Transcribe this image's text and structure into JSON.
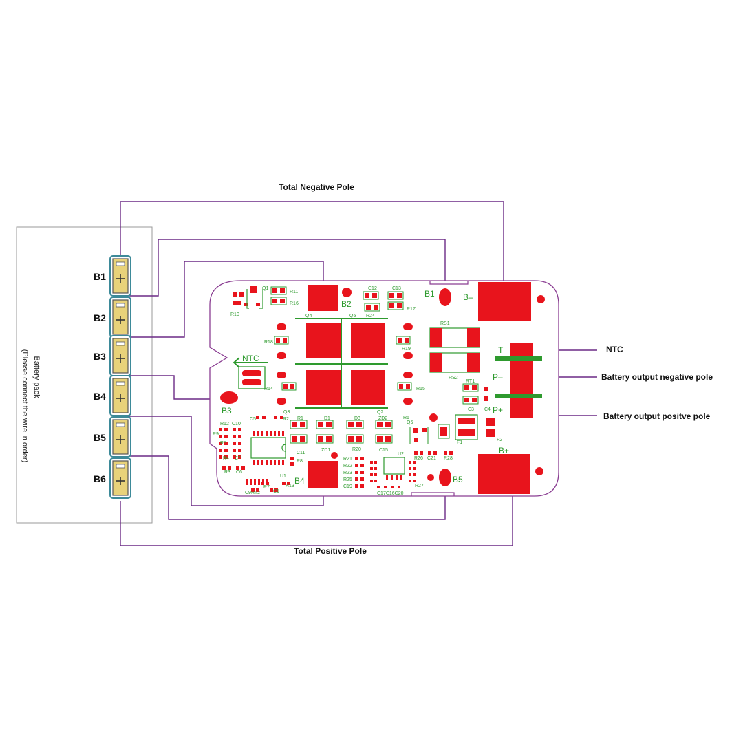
{
  "labels": {
    "total_negative": "Total Negative Pole",
    "total_positive": "Total Positive Pole",
    "ntc": "NTC",
    "out_negative": "Battery output negative pole",
    "out_positive": "Battery output positve pole"
  },
  "battery_pack": {
    "line1": "Battery pack",
    "line2": "(Please connect the wire in order)"
  },
  "cells": [
    "B1",
    "B2",
    "B3",
    "B4",
    "B5",
    "B6"
  ],
  "board": {
    "pads": {
      "b1": "B1",
      "b2": "B2",
      "b3": "B3",
      "b4": "B4",
      "b5": "B5",
      "bminus": "B–",
      "bplus": "B+",
      "t": "T",
      "pminus": "P–",
      "pplus": "P+",
      "ntc": "NTC"
    },
    "refs": {
      "q1": "Q1",
      "r11": "R11",
      "r16": "R16",
      "r10": "R10",
      "c12": "C12",
      "c13": "C13",
      "r24": "R24",
      "r17": "R17",
      "q4": "Q4",
      "q5": "Q5",
      "q3": "Q3",
      "q2": "Q2",
      "r18": "R18",
      "r19": "R19",
      "r14": "R14",
      "r15": "R15",
      "rs1": "RS1",
      "rs2": "RS2",
      "rt1": "RT1",
      "c3": "C3",
      "c4": "C4",
      "c5": "C5",
      "r2": "R2",
      "r1": "R1",
      "d1": "D1",
      "d3": "D3",
      "zd2": "ZD2",
      "r6": "R6",
      "r12": "R12",
      "c10": "C10",
      "r9": "R9",
      "r5": "R5",
      "r4": "R4",
      "c7": "C7",
      "r3": "R3",
      "c6": "C6",
      "c11": "C11",
      "zd1": "ZD1",
      "r20": "R20",
      "c15": "C15",
      "r8": "R8",
      "u1": "U1",
      "r7": "R7",
      "r13": "R13",
      "c1": "C1",
      "c9rt2": "C9RT2",
      "r21": "R21",
      "r22": "R22",
      "r23": "R23",
      "r25": "R25",
      "c19": "C19",
      "u2": "U2",
      "r26": "R26",
      "c21": "C21",
      "r28": "R28",
      "r27": "R27",
      "c17c16c20": "C17C16C20",
      "f1": "F1",
      "f2": "F2",
      "q6": "Q6"
    }
  },
  "colors": {
    "wire": "#6b2a86",
    "copper": "#e8141c",
    "silkscreen": "#2e9a2e",
    "board_outline": "#8a3d92",
    "connector": "#e8d27a",
    "connector_frame": "#3d8a99"
  }
}
